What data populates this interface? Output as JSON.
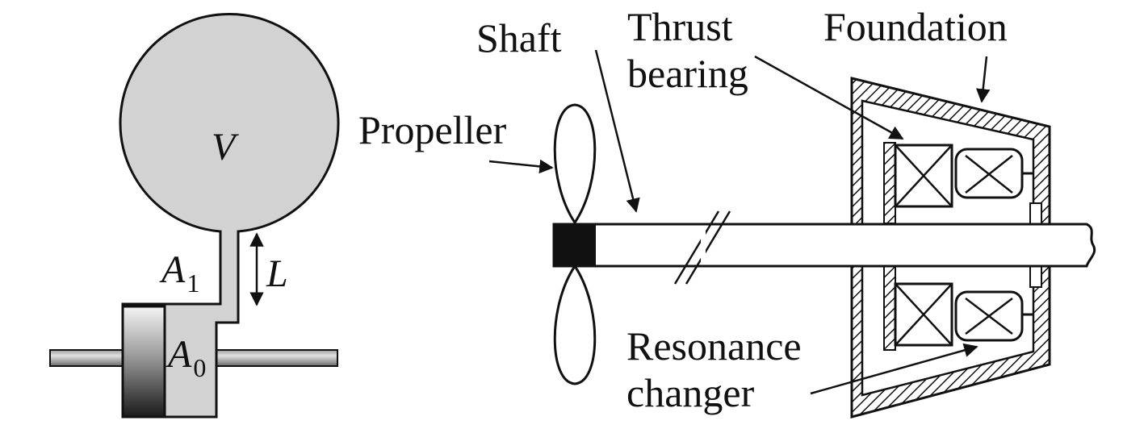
{
  "colors": {
    "ink": "#111111",
    "fluid": "#d2d2d2",
    "shaft_fill": "#ffffff",
    "mass_light": "#f4f4f4",
    "mass_dark": "#1a1a1a"
  },
  "resonator": {
    "volume_symbol": "V",
    "neck_area_symbol": "A",
    "neck_area_subscript": "1",
    "length_symbol": "L",
    "piston_area_symbol": "A",
    "piston_area_subscript": "0"
  },
  "labels": {
    "shaft": "Shaft",
    "thrust_bearing_line1": "Thrust",
    "thrust_bearing_line2": "bearing",
    "foundation": "Foundation",
    "propeller": "Propeller",
    "resonance_changer_line1": "Resonance",
    "resonance_changer_line2": "changer"
  }
}
